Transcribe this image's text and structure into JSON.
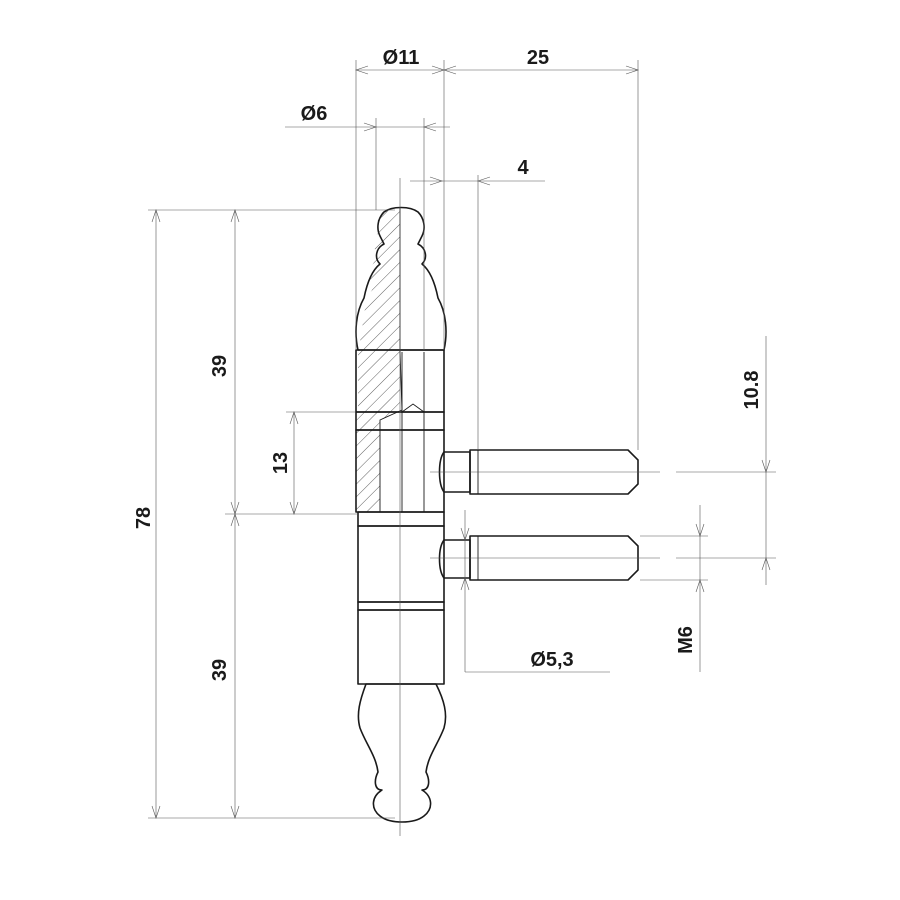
{
  "drawing": {
    "dimensions": {
      "pin_diameter": "Ø11",
      "thread_length": "25",
      "inner_diameter": "Ø6",
      "offset": "4",
      "total_length": "78",
      "upper_half": "39",
      "lower_half": "39",
      "bore_depth": "13",
      "pin_spacing": "10.8",
      "thread_size": "M6",
      "pin_diameter_small": "Ø5,3"
    },
    "colors": {
      "line": "#1a1a1a",
      "dimension": "#555555",
      "background": "#ffffff"
    }
  }
}
